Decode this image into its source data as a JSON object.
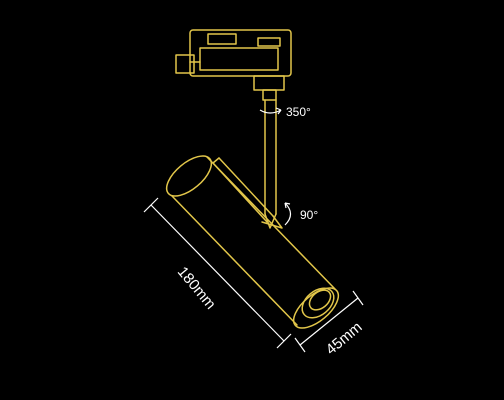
{
  "diagram": {
    "stroke_color": "#e2c64a",
    "label_color": "#ffffff",
    "background": "#000000",
    "rotation_label": "350°",
    "tilt_label": "90°",
    "length_label": "180mm",
    "diameter_label": "45mm"
  }
}
